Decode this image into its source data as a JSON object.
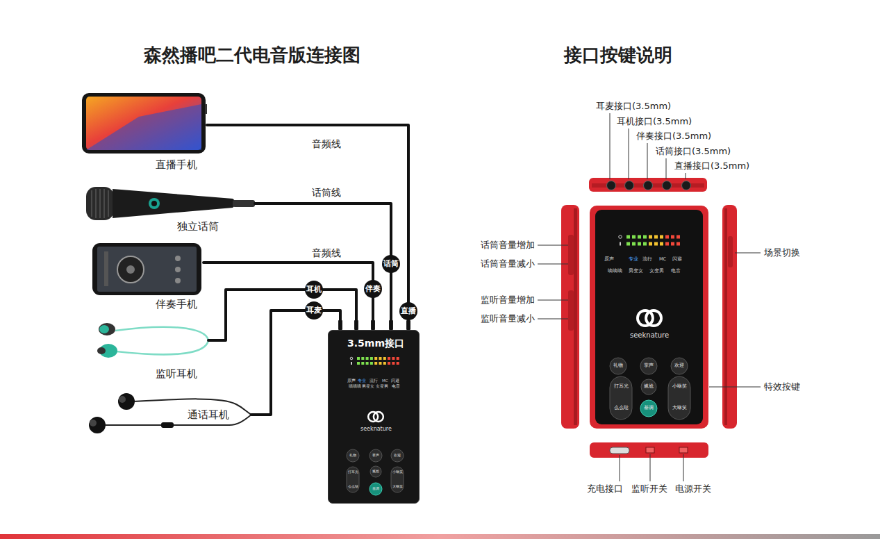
{
  "diagram": {
    "title": "森然播吧二代电音版连接图",
    "nodes": [
      {
        "text": [
          "直播手机"
        ]
      },
      {
        "text": [
          "独立话筒"
        ]
      },
      {
        "text": [
          "伴奏手机"
        ]
      },
      {
        "text": [
          "监听耳机"
        ]
      },
      {
        "text": [
          "通话耳机"
        ]
      },
      {
        "text": [
          "3.5mm接口",
          "原声",
          "专业",
          "流行",
          "MC",
          "闪避",
          "嘀嘀嘀",
          "男变女",
          "女变男",
          "电音",
          "seeknature",
          "礼物",
          "掌声",
          "欢迎",
          "打耳光",
          "尴尬",
          "小咻笑",
          "么么哒",
          "基调",
          "大咻笑"
        ]
      },
      {
        "text": [
          "原声",
          "专业",
          "流行",
          "MC",
          "闪避",
          "嘀嘀嘀",
          "男变女",
          "女变男",
          "电音",
          "seeknature",
          "礼物",
          "掌声",
          "欢迎",
          "打耳光",
          "尴尬",
          "小咻笑",
          "么么哒",
          "基调",
          "大咻笑"
        ]
      }
    ],
    "edges": [
      {
        "from": 0,
        "to": 5,
        "arrow": "none",
        "label": "音频线"
      },
      {
        "from": 1,
        "to": 5,
        "arrow": "none",
        "label": "话筒线"
      },
      {
        "from": 2,
        "to": 5,
        "arrow": "none",
        "label": "音频线"
      },
      {
        "from": 3,
        "to": 5,
        "arrow": "none"
      },
      {
        "from": 4,
        "to": 5,
        "arrow": "none"
      }
    ],
    "labels": [
      "接口按键说明",
      "话筒",
      "伴奏",
      "耳机",
      "耳麦",
      "直播",
      "耳麦接口(3.5mm)",
      "耳机接口(3.5mm)",
      "伴奏接口(3.5mm)",
      "话筒接口(3.5mm)",
      "直播接口(3.5mm)",
      "话筒音量增加",
      "话筒音量减小",
      "监听音量增加",
      "监听音量减小",
      "场景切换",
      "特效按键",
      "充电接口",
      "监听开关",
      "电源开关"
    ]
  }
}
